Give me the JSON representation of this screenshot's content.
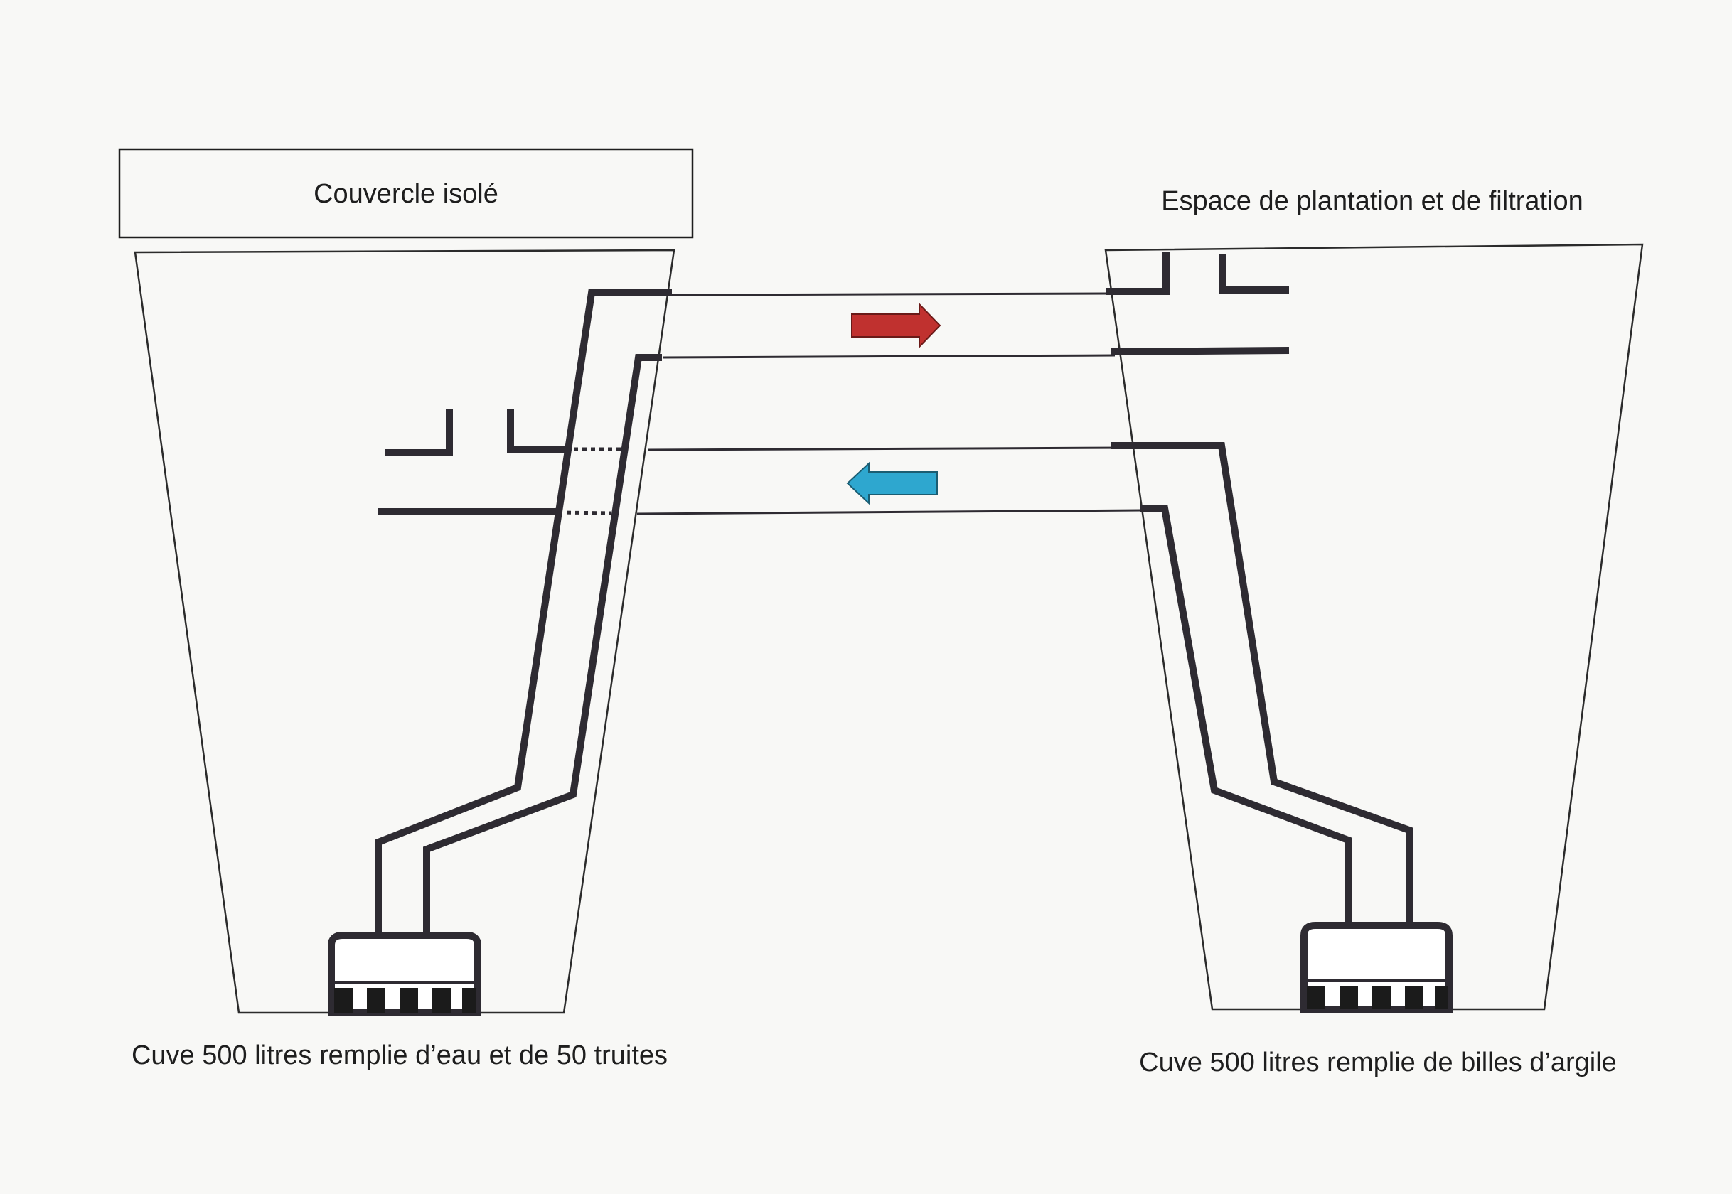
{
  "labels": {
    "lid": "Couvercle isolé",
    "planting_space": "Espace de plantation et de filtration",
    "left_tank": "Cuve 500 litres remplie d’eau et de 50 truites",
    "right_tank": "Cuve 500 litres remplie de billes d’argile"
  },
  "colors": {
    "arrow_to_right": "#c0312f",
    "arrow_to_left": "#2ea7cf",
    "pipe": "#2e2b32",
    "outline": "#2b2b2b",
    "background": "#f8f8f6"
  },
  "icons": {
    "flow_right": "arrow-right-icon",
    "flow_left": "arrow-left-icon",
    "pump_left": "pump-icon",
    "pump_right": "pump-icon"
  }
}
